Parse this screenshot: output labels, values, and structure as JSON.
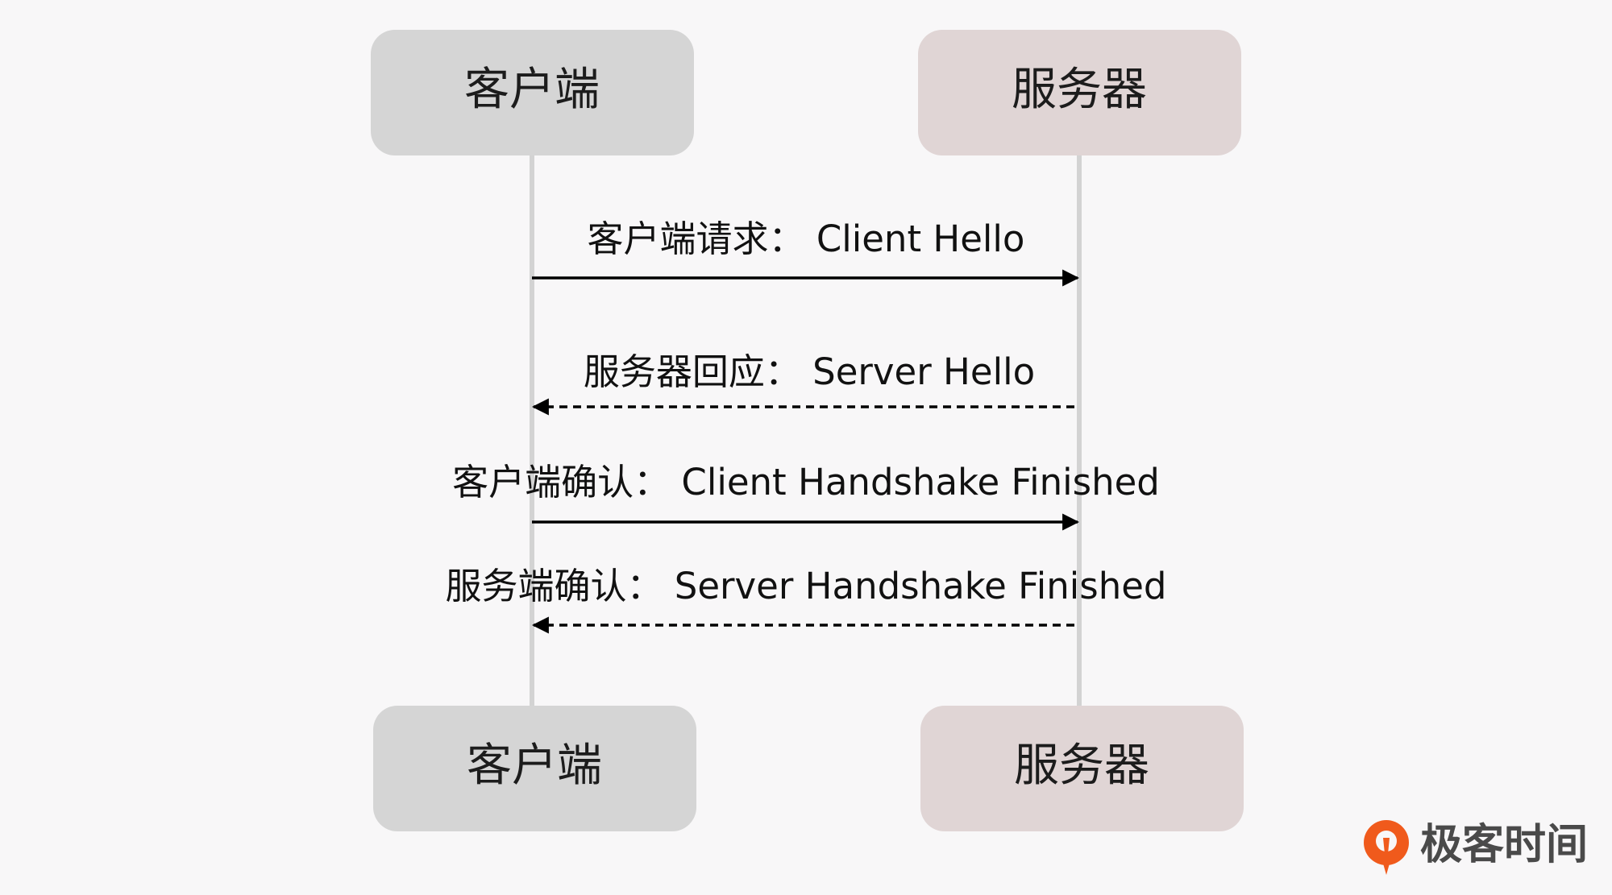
{
  "participants": {
    "client": "客户端",
    "server": "服务器"
  },
  "messages": [
    {
      "label": "客户端请求：  Client Hello",
      "direction": "client-to-server",
      "style": "solid"
    },
    {
      "label": "服务器回应：  Server Hello",
      "direction": "server-to-client",
      "style": "dashed"
    },
    {
      "label": "客户端确认：  Client Handshake Finished",
      "direction": "client-to-server",
      "style": "solid"
    },
    {
      "label": "服务端确认：  Server Handshake Finished",
      "direction": "server-to-client",
      "style": "dashed"
    }
  ],
  "logo": {
    "text": "极客时间",
    "icon": "geektime-logo-icon"
  },
  "colors": {
    "background": "#f8f7f8",
    "client_box": "#d5d5d5",
    "server_box": "#e0d5d5",
    "lifeline": "#d3d3d3",
    "arrow": "#000000",
    "logo_orange": "#f05a1c"
  }
}
